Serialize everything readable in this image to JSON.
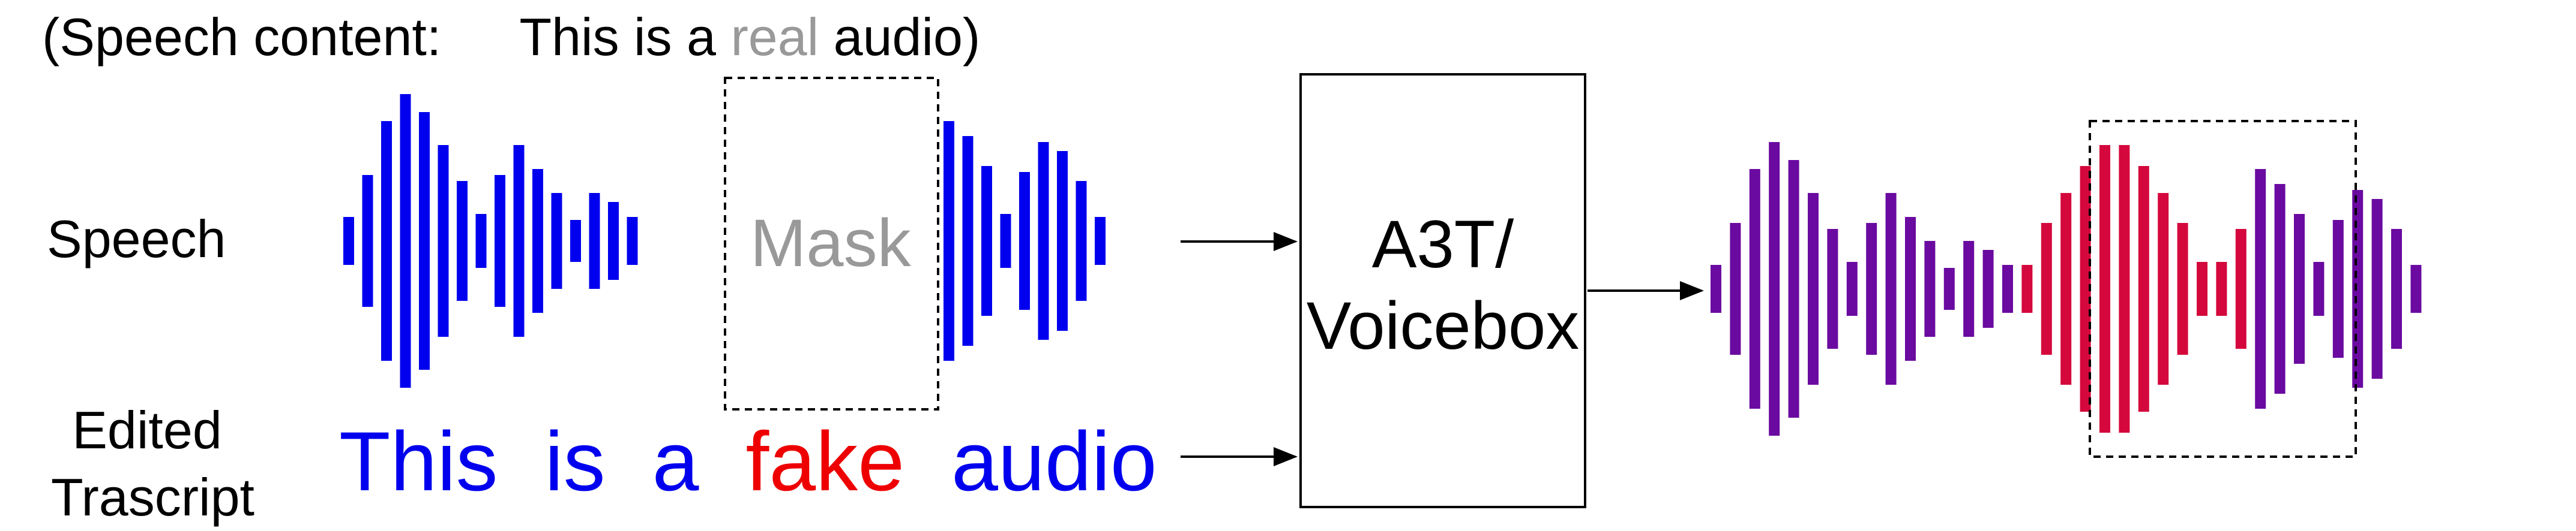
{
  "header": {
    "prefix": "(Speech content:",
    "w1": "This",
    "w2": "is",
    "w3": "a",
    "highlight": "real",
    "suffix": "audio)"
  },
  "labels": {
    "speech": "Speech",
    "edited_line1": "Edited",
    "edited_line2": "Trascript"
  },
  "mask_label": "Mask",
  "transcript": {
    "words": [
      "This",
      "is",
      "a",
      "fake",
      "audio"
    ],
    "highlight_index": 3
  },
  "model": {
    "line1": "A3T/",
    "line2": "Voicebox"
  },
  "colors": {
    "input_wave": "#0000ee",
    "output_wave": "#6a0aa0",
    "edited_wave": "#d4083c",
    "highlight_red": "#ee0000",
    "mask_gray": "#999999"
  }
}
